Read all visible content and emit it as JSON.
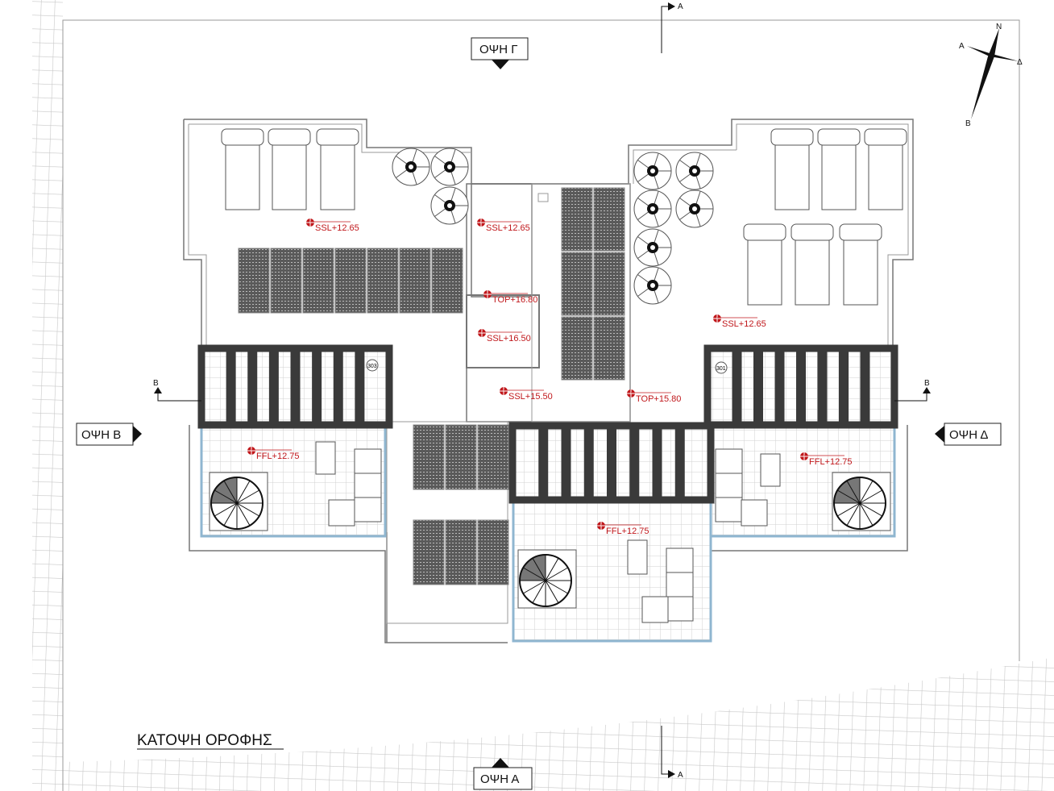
{
  "drawing": {
    "title": "ΚΑΤΟΨΗ ΟΡΟΦΗΣ",
    "elevation_views": {
      "top": "ΟΨΗ Γ",
      "left": "ΟΨΗ Β",
      "right": "ΟΨΗ Δ",
      "bottom": "ΟΨΗ Α"
    },
    "section_marks": {
      "a_top": "A",
      "a_bottom": "A",
      "b_left": "B",
      "b_right": "B"
    },
    "compass": {
      "n": "N",
      "a": "A",
      "d": "Δ",
      "b": "B"
    },
    "levels": [
      "SSL+12.65",
      "SSL+12.65",
      "TOP+16.80",
      "SSL+16.50",
      "SSL+15.50",
      "TOP+15.80",
      "SSL+12.65",
      "FFL+12.75",
      "FFL+12.75",
      "FFL+12.75"
    ],
    "room_tags": [
      "303",
      "301"
    ],
    "colors": {
      "level_marker": "#c0171b",
      "pergola": "#3a3a3a",
      "glass": "#8fb6d0"
    }
  }
}
